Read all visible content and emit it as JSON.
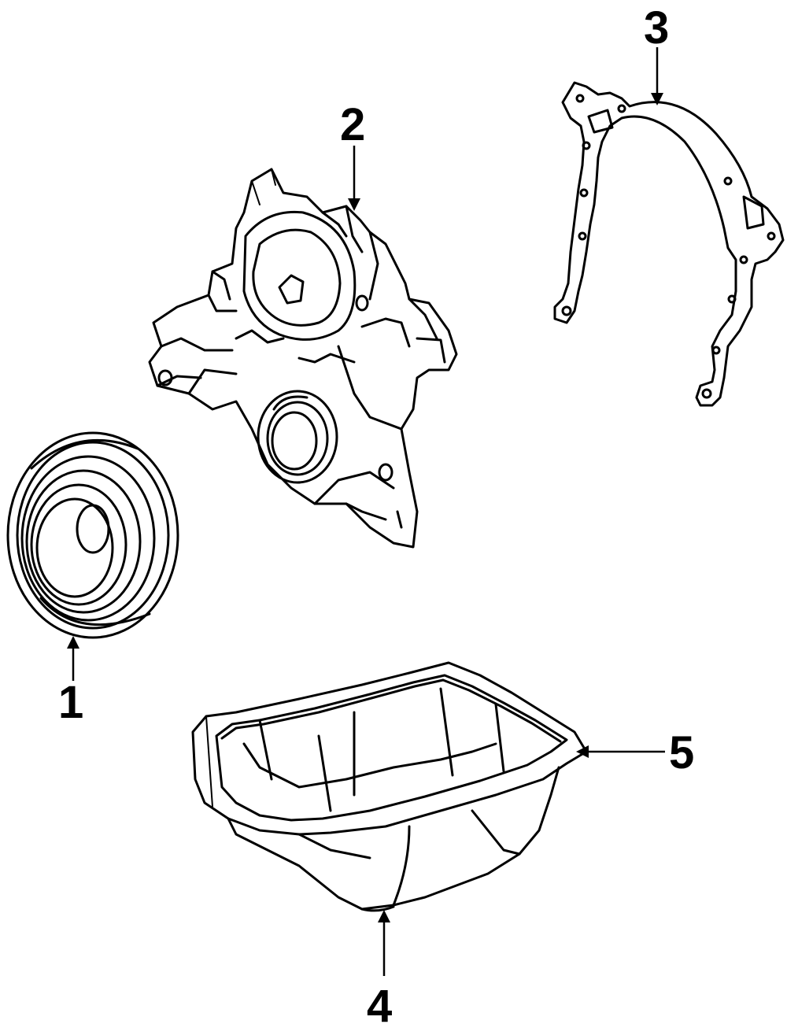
{
  "callouts": {
    "c1": {
      "number": "1",
      "part": "pulley"
    },
    "c2": {
      "number": "2",
      "part": "timing-cover"
    },
    "c3": {
      "number": "3",
      "part": "cover-gasket"
    },
    "c4": {
      "number": "4",
      "part": "oil-pan"
    },
    "c5": {
      "number": "5",
      "part": "oil-pan-gasket"
    }
  },
  "colors": {
    "line": "#000000",
    "background": "#ffffff"
  }
}
